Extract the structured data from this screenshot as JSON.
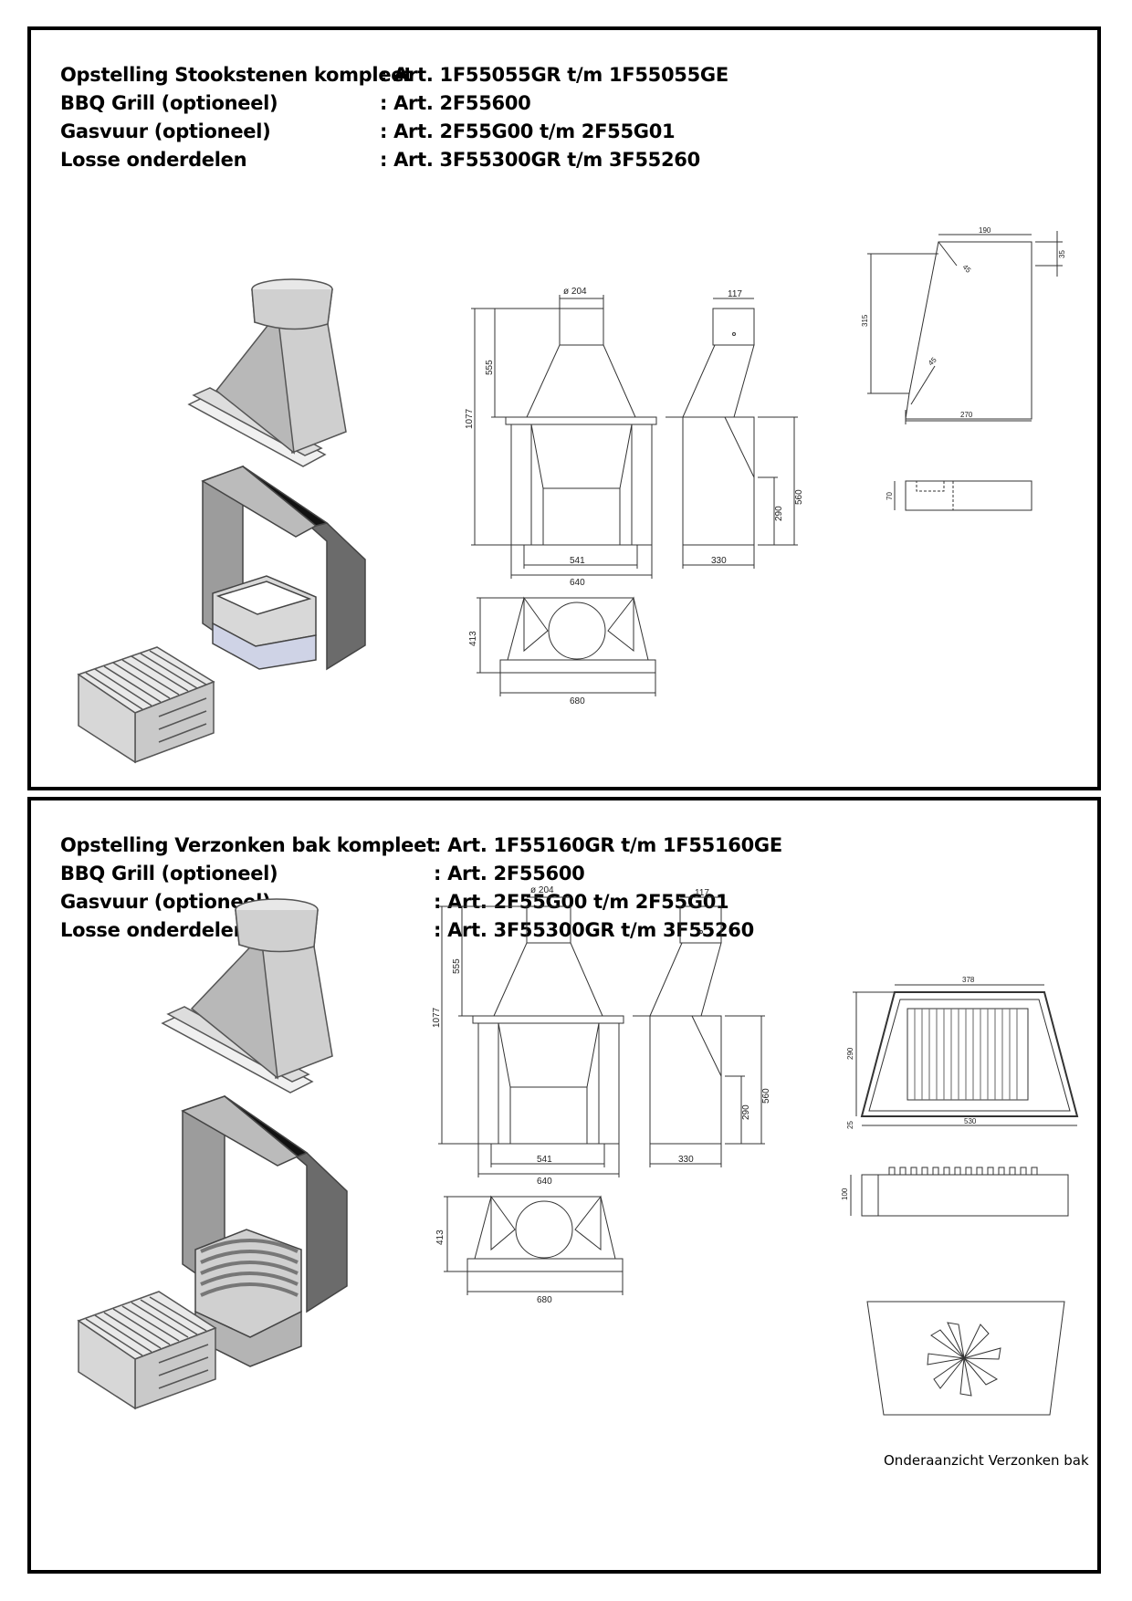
{
  "panel_1": {
    "spec": [
      {
        "label": "Opstelling Stookstenen kompleet",
        "value": ": Art. 1F55055GR t/m 1F55055GE"
      },
      {
        "label": "BBQ Grill (optioneel)",
        "value": ": Art. 2F55600"
      },
      {
        "label": "Gasvuur (optioneel)",
        "value": ": Art. 2F55G00 t/m 2F55G01"
      },
      {
        "label": "Losse onderdelen",
        "value": ": Art. 3F55300GR t/m 3F55260"
      }
    ],
    "dims": {
      "diameter": "ø 204",
      "chimney_depth": "117",
      "hood_height": "555",
      "total_height": "1077",
      "inner_width": "541",
      "outer_width": "640",
      "side_depth": "330",
      "side_height_low": "290",
      "side_height_mid": "560",
      "base_depth": "413",
      "base_width": "680"
    },
    "side_dims": {
      "top_width": "190",
      "height": "315",
      "corner_top": "35",
      "angle_top": "45",
      "angle_bottom": "45",
      "bottom_width": "270",
      "thickness": "70"
    }
  },
  "panel_2": {
    "spec": [
      {
        "label": "Opstelling Verzonken bak kompleet",
        "value": ": Art. 1F55160GR t/m 1F55160GE"
      },
      {
        "label": "BBQ Grill (optioneel)",
        "value": ": Art. 2F55600"
      },
      {
        "label": "Gasvuur (optioneel)",
        "value": ": Art. 2F55G00 t/m 2F55G01"
      },
      {
        "label": "Losse onderdelen",
        "value": ": Art. 3F55300GR t/m 3F55260"
      }
    ],
    "dims": {
      "diameter": "ø 204",
      "chimney_depth": "117",
      "hood_height": "555",
      "total_height": "1077",
      "inner_width": "541",
      "outer_width": "640",
      "side_depth": "330",
      "side_height_low": "290",
      "side_height_mid": "560",
      "base_depth": "413",
      "base_width": "680"
    },
    "tray_dims": {
      "top_width": "378",
      "depth": "290",
      "lip": "25",
      "bottom_width": "530",
      "height": "100"
    },
    "caption": "Onderaanzicht Verzonken bak"
  }
}
